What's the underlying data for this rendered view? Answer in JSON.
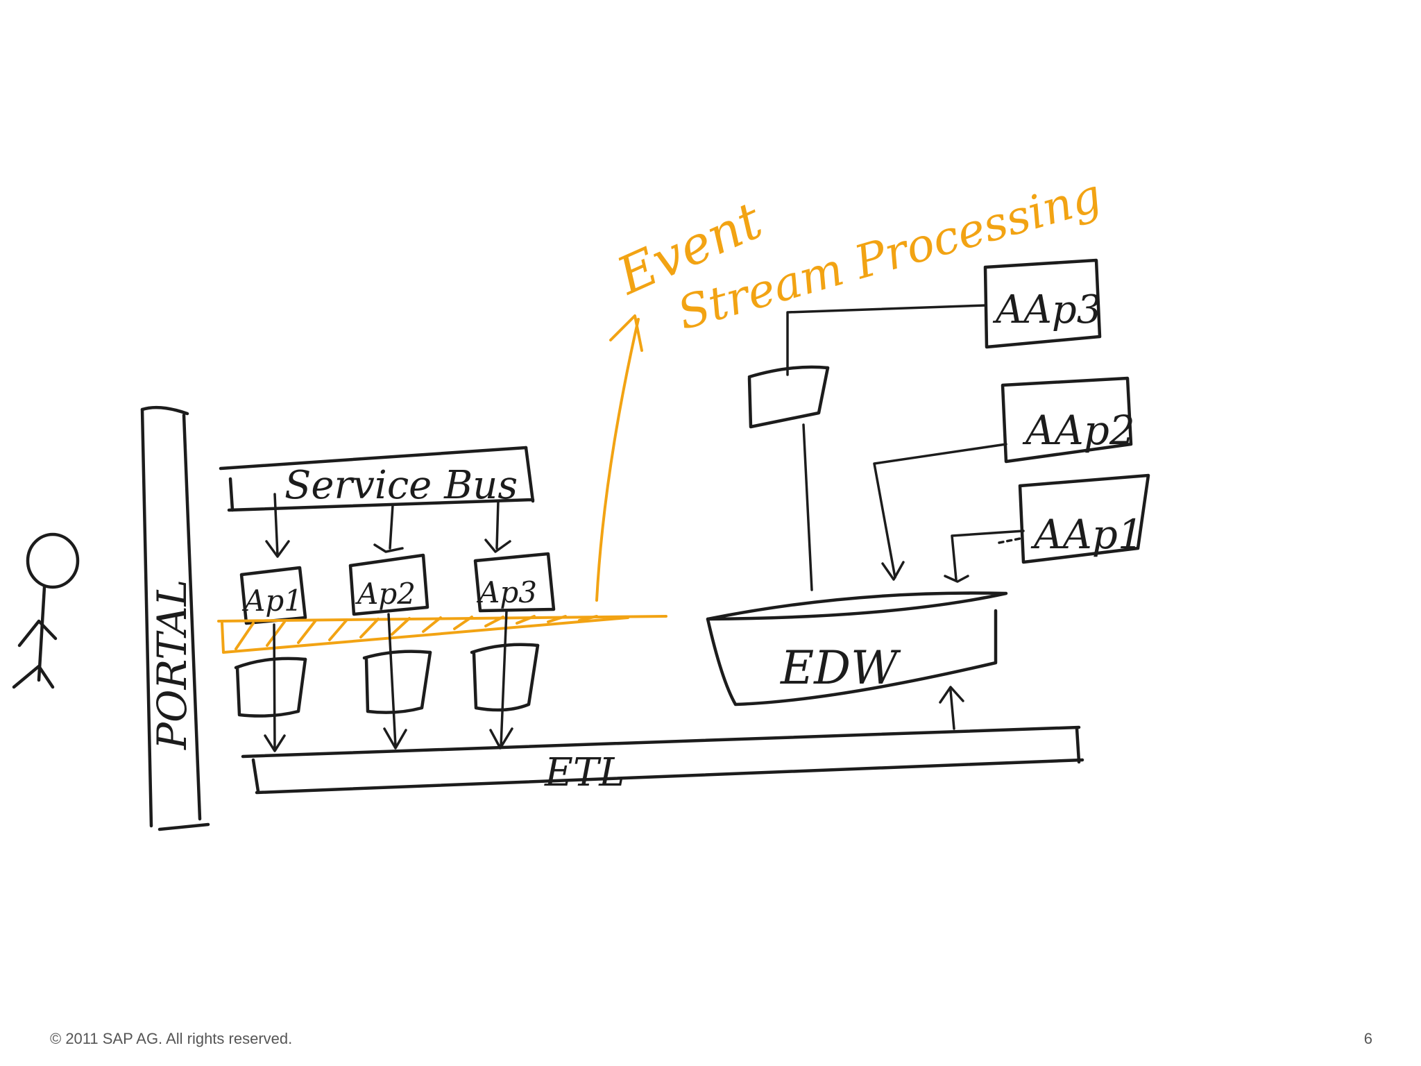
{
  "diagram": {
    "labels": {
      "portal": "PORTAL",
      "service_bus": "Service Bus",
      "ap1": "Ap1",
      "ap2": "Ap2",
      "ap3": "Ap3",
      "etl": "ETL",
      "edw": "EDW",
      "aap1": "AAp1",
      "aap2": "AAp2",
      "aap3": "AAp3",
      "event_line1": "Event",
      "event_line2": "Stream Processing"
    },
    "colors": {
      "ink": "#1c1c1c",
      "accent_orange": "#f2a313"
    }
  },
  "footer": {
    "copyright": "© 2011 SAP AG. All rights reserved.",
    "page_number": "6"
  }
}
